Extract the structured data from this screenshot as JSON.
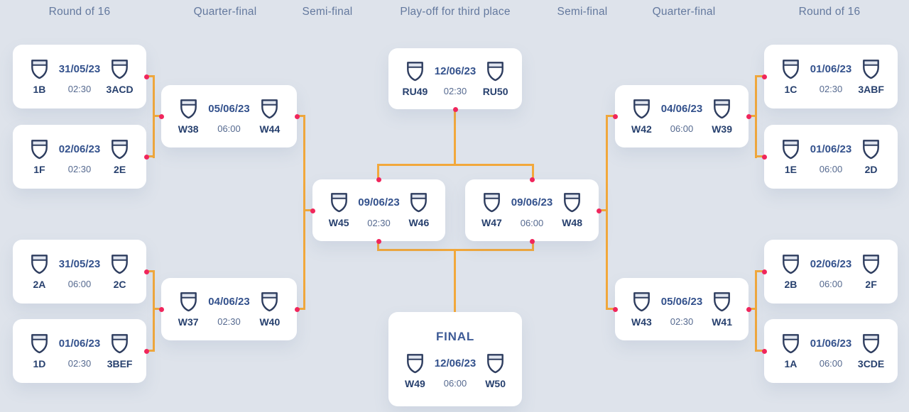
{
  "colors": {
    "background": "#dee3eb",
    "card_background": "#ffffff",
    "connector_line": "#f2a83b",
    "junction_dot": "#f0265c",
    "header_text": "#64799e",
    "date_text": "#33518c",
    "time_text": "#55698f",
    "team_code_text": "#27406e",
    "shield_outline": "#2e3d5f"
  },
  "headers": [
    {
      "label": "Round of 16"
    },
    {
      "label": "Quarter-final"
    },
    {
      "label": "Semi-final"
    },
    {
      "label": "Play-off for third place"
    },
    {
      "label": "Semi-final"
    },
    {
      "label": "Quarter-final"
    },
    {
      "label": "Round of 16"
    }
  ],
  "matches": {
    "l_r16_1": {
      "home": "1B",
      "away": "3ACD",
      "date": "31/05/23",
      "time": "02:30"
    },
    "l_r16_2": {
      "home": "1F",
      "away": "2E",
      "date": "02/06/23",
      "time": "02:30"
    },
    "l_r16_3": {
      "home": "2A",
      "away": "2C",
      "date": "31/05/23",
      "time": "06:00"
    },
    "l_r16_4": {
      "home": "1D",
      "away": "3BEF",
      "date": "01/06/23",
      "time": "02:30"
    },
    "l_qf_1": {
      "home": "W38",
      "away": "W44",
      "date": "05/06/23",
      "time": "06:00"
    },
    "l_qf_2": {
      "home": "W37",
      "away": "W40",
      "date": "04/06/23",
      "time": "02:30"
    },
    "sf_l": {
      "home": "W45",
      "away": "W46",
      "date": "09/06/23",
      "time": "02:30"
    },
    "sf_r": {
      "home": "W47",
      "away": "W48",
      "date": "09/06/23",
      "time": "06:00"
    },
    "third_place": {
      "home": "RU49",
      "away": "RU50",
      "date": "12/06/23",
      "time": "02:30"
    },
    "final": {
      "label": "FINAL",
      "home": "W49",
      "away": "W50",
      "date": "12/06/23",
      "time": "06:00"
    },
    "r_qf_1": {
      "home": "W42",
      "away": "W39",
      "date": "04/06/23",
      "time": "06:00"
    },
    "r_qf_2": {
      "home": "W43",
      "away": "W41",
      "date": "05/06/23",
      "time": "02:30"
    },
    "r_r16_1": {
      "home": "1C",
      "away": "3ABF",
      "date": "01/06/23",
      "time": "02:30"
    },
    "r_r16_2": {
      "home": "1E",
      "away": "2D",
      "date": "01/06/23",
      "time": "06:00"
    },
    "r_r16_3": {
      "home": "2B",
      "away": "2F",
      "date": "02/06/23",
      "time": "06:00"
    },
    "r_r16_4": {
      "home": "1A",
      "away": "3CDE",
      "date": "01/06/23",
      "time": "06:00"
    }
  }
}
